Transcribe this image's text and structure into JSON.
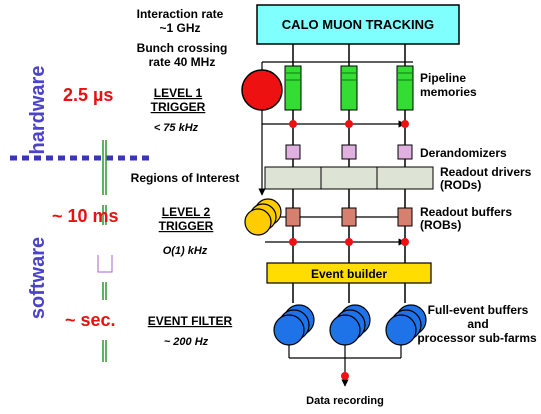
{
  "side_labels": {
    "hardware": "hardware",
    "software": "software"
  },
  "latencies": {
    "level1": "2.5 µs",
    "level2": "~ 10 ms",
    "filter": "~ sec."
  },
  "top_notes": {
    "interaction_rate_line1": "Interaction rate",
    "interaction_rate_line2": "~1 GHz",
    "bunch_crossing_line1": "Bunch crossing",
    "bunch_crossing_line2": "rate 40 MHz"
  },
  "detectors_box": "CALO   MUON   TRACKING",
  "level1": {
    "line1": "LEVEL 1",
    "line2": "TRIGGER",
    "rate": "< 75  kHz"
  },
  "level2": {
    "line1": "LEVEL 2",
    "line2": "TRIGGER",
    "rate": "O(1) kHz"
  },
  "event_filter": {
    "label": "EVENT FILTER",
    "rate": "~ 200 Hz"
  },
  "regions_of_interest": "Regions of Interest",
  "right_labels": {
    "pipeline_1": "Pipeline",
    "pipeline_2": "memories",
    "derandomizers": "Derandomizers",
    "rod_1": "Readout drivers",
    "rod_2": "(RODs)",
    "rob_1": "Readout buffers",
    "rob_2": "(ROBs)",
    "farm_1": "Full-event buffers",
    "farm_2": "and",
    "farm_3": "processor sub-farms"
  },
  "event_builder": "Event builder",
  "data_recording": "Data recording",
  "colors": {
    "detector_box": "#80ffff",
    "pipeline": "#33dd33",
    "level1_circle": "#ee1111",
    "level2_circles": "#ffcc00",
    "farm_circles": "#1e73e8",
    "event_builder": "#ffdd00",
    "rod_box": "#dde3d5",
    "rob": "#d88070",
    "derandomizer": "#e0b0e0",
    "latency_text": "#e81010",
    "side_text": "#4b44c8"
  }
}
